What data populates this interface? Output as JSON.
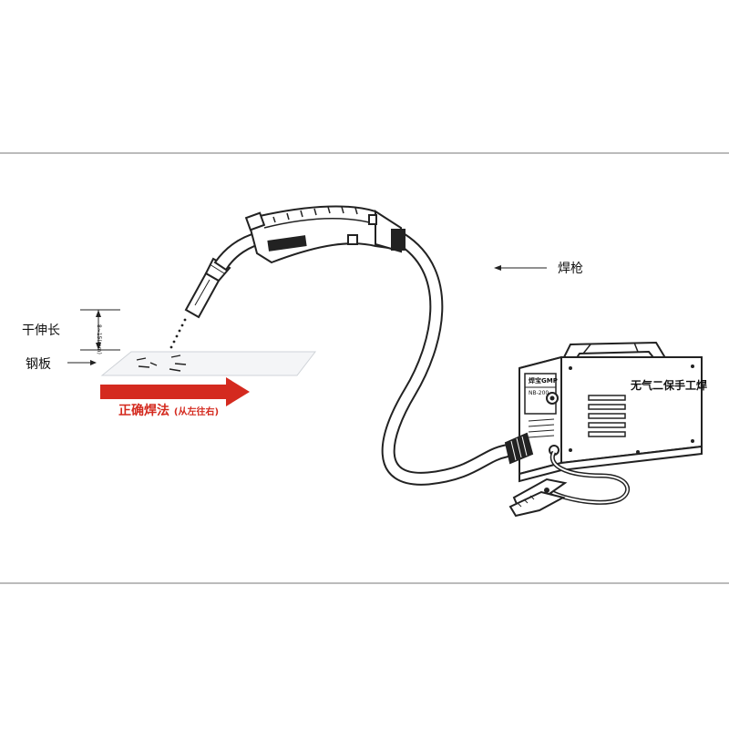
{
  "labels": {
    "gun": "焊枪",
    "stickout": "干伸长",
    "stickout_range": "8~15(mm)",
    "plate": "钢板",
    "correct_method": "正确焊法",
    "correct_method_note": "(从左往右)"
  },
  "machine": {
    "brand": "焊宝GMP",
    "model": "NB-200",
    "side_text": "无气二保手工焊"
  },
  "colors": {
    "arrow_red": "#d42a1f",
    "line": "#222222"
  }
}
